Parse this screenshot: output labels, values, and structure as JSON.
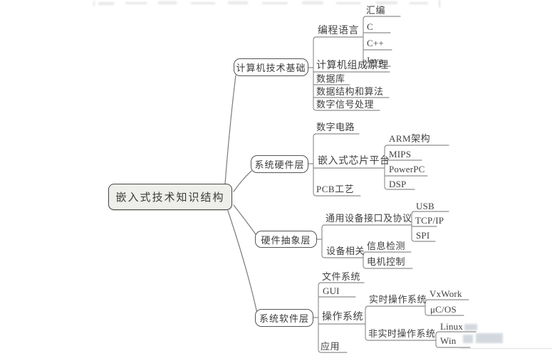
{
  "root": {
    "label": "嵌入式技术知识结构"
  },
  "branches": [
    {
      "label": "计算机技术基础",
      "children": [
        {
          "label": "编程语言",
          "children": [
            {
              "label": "汇编"
            },
            {
              "label": "C"
            },
            {
              "label": "C++"
            },
            {
              "label": "Java"
            }
          ]
        },
        {
          "label": "计算机组成原理"
        },
        {
          "label": "数据库"
        },
        {
          "label": "数据结构和算法"
        },
        {
          "label": "数字信号处理"
        }
      ]
    },
    {
      "label": "系统硬件层",
      "children": [
        {
          "label": "数字电路"
        },
        {
          "label": "嵌入式芯片平台",
          "children": [
            {
              "label": "ARM架构"
            },
            {
              "label": "MIPS"
            },
            {
              "label": "PowerPC"
            },
            {
              "label": "DSP"
            }
          ]
        },
        {
          "label": "PCB工艺"
        }
      ]
    },
    {
      "label": "硬件抽象层",
      "children": [
        {
          "label": "通用设备接口及协议",
          "children": [
            {
              "label": "USB"
            },
            {
              "label": "TCP/IP"
            },
            {
              "label": "SPI"
            }
          ]
        },
        {
          "label": "设备相关",
          "children": [
            {
              "label": "信息检测"
            },
            {
              "label": "电机控制"
            }
          ]
        }
      ]
    },
    {
      "label": "系统软件层",
      "children": [
        {
          "label": "文件系统"
        },
        {
          "label": "GUI"
        },
        {
          "label": "操作系统",
          "children": [
            {
              "label": "实时操作系统",
              "children": [
                {
                  "label": "VxWork"
                },
                {
                  "label": "μC/OS"
                }
              ]
            },
            {
              "label": "非实时操作系统",
              "children": [
                {
                  "label": "Linux"
                },
                {
                  "label": "Win"
                }
              ]
            }
          ]
        },
        {
          "label": "应用"
        }
      ]
    }
  ],
  "colors": {
    "ink": "#3f3f3f",
    "line": "#8e8e8e",
    "root_fill": "#eeeeea"
  }
}
